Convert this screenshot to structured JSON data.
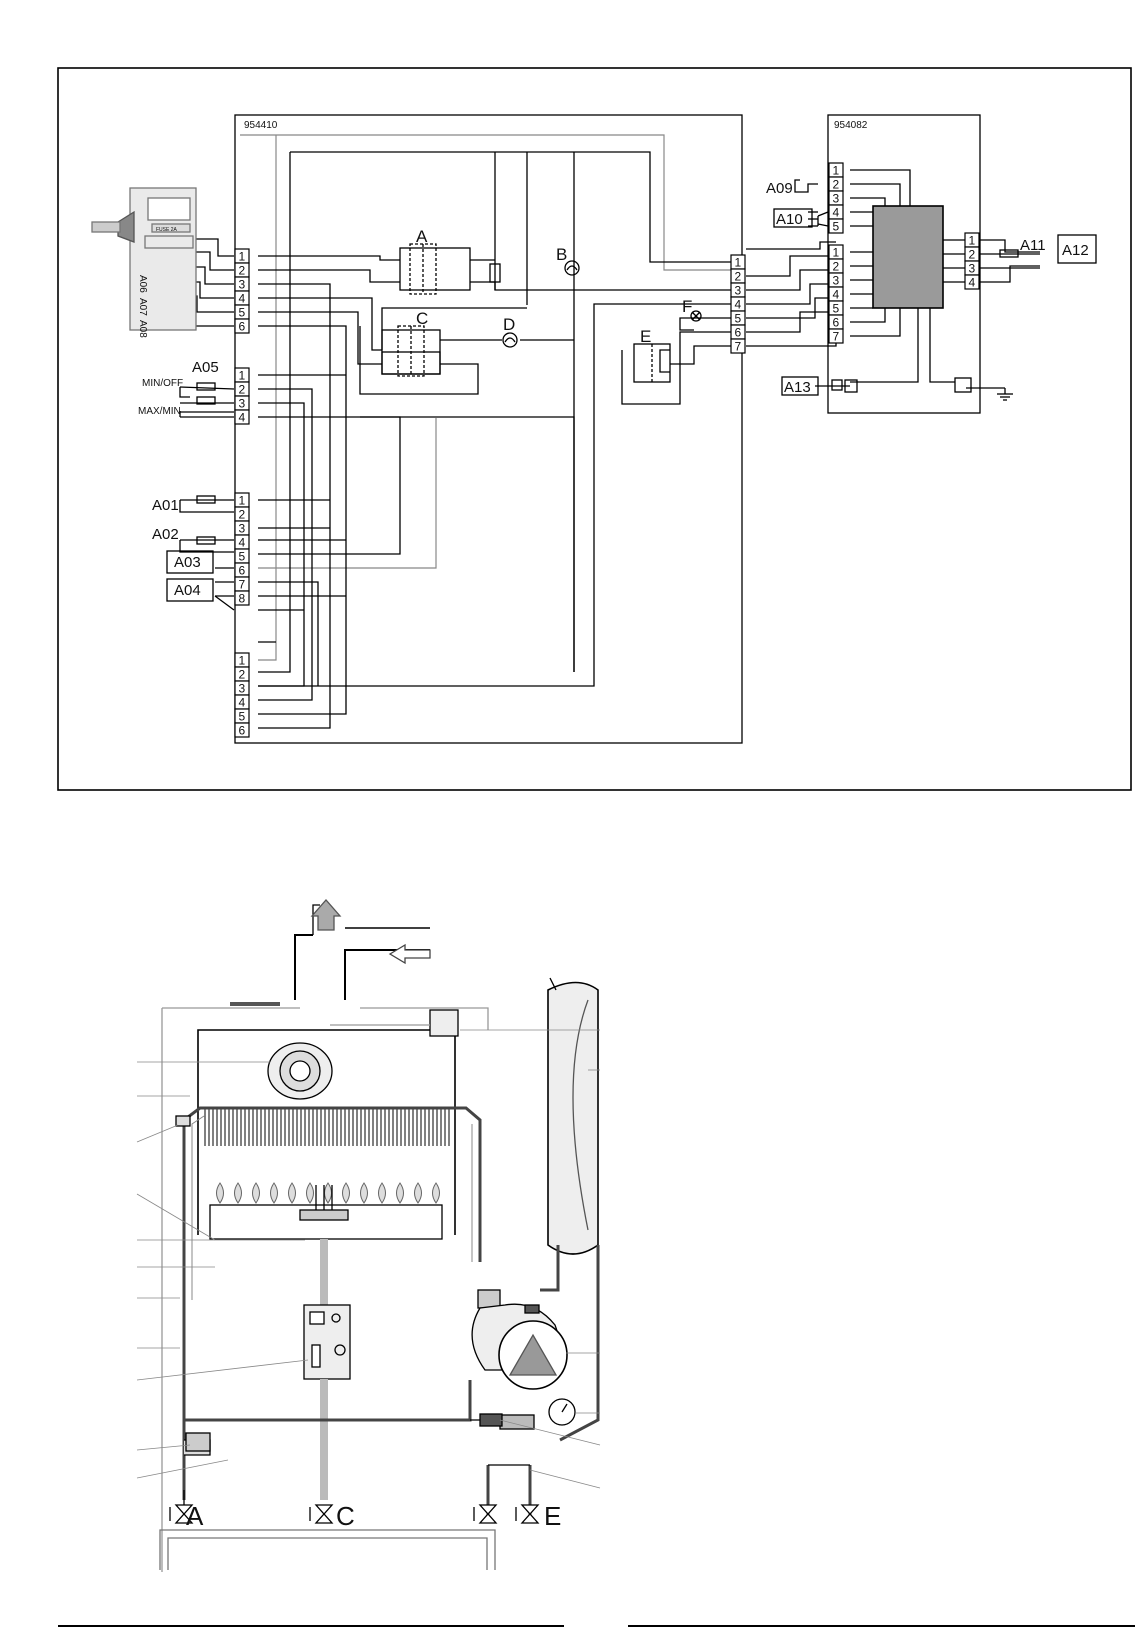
{
  "wiring": {
    "main_board_code": "954410",
    "aux_board_code": "954082",
    "fuse_label": "FUSE 2A",
    "component_letters": [
      "A",
      "B",
      "C",
      "D",
      "E",
      "F"
    ],
    "terminal_labels": [
      "A01",
      "A02",
      "A03",
      "A04",
      "A05",
      "A06",
      "A07",
      "A08",
      "A09",
      "A10",
      "A11",
      "A12",
      "A13"
    ],
    "switch_labels": {
      "min_off": "MIN/OFF",
      "max_min": "MAX/MIN"
    },
    "connectors": {
      "cn_mains": [
        "1",
        "2",
        "3",
        "4",
        "5",
        "6"
      ],
      "cn_switch": [
        "1",
        "2",
        "3",
        "4"
      ],
      "cn_sensors": [
        "1",
        "2",
        "3",
        "4",
        "5",
        "6",
        "7",
        "8"
      ],
      "cn_bottom": [
        "1",
        "2",
        "3",
        "4",
        "5",
        "6"
      ],
      "cn_right": [
        "1",
        "2",
        "3",
        "4",
        "5",
        "6",
        "7"
      ],
      "cn_aux_top": [
        "1",
        "2",
        "3",
        "4",
        "5"
      ],
      "cn_aux_mid": [
        "1",
        "2",
        "3",
        "4",
        "5",
        "6",
        "7"
      ],
      "cn_aux_out": [
        "1",
        "2",
        "3",
        "4"
      ]
    }
  },
  "hydraulic": {
    "valve_labels": [
      "A",
      "C",
      "E"
    ]
  }
}
